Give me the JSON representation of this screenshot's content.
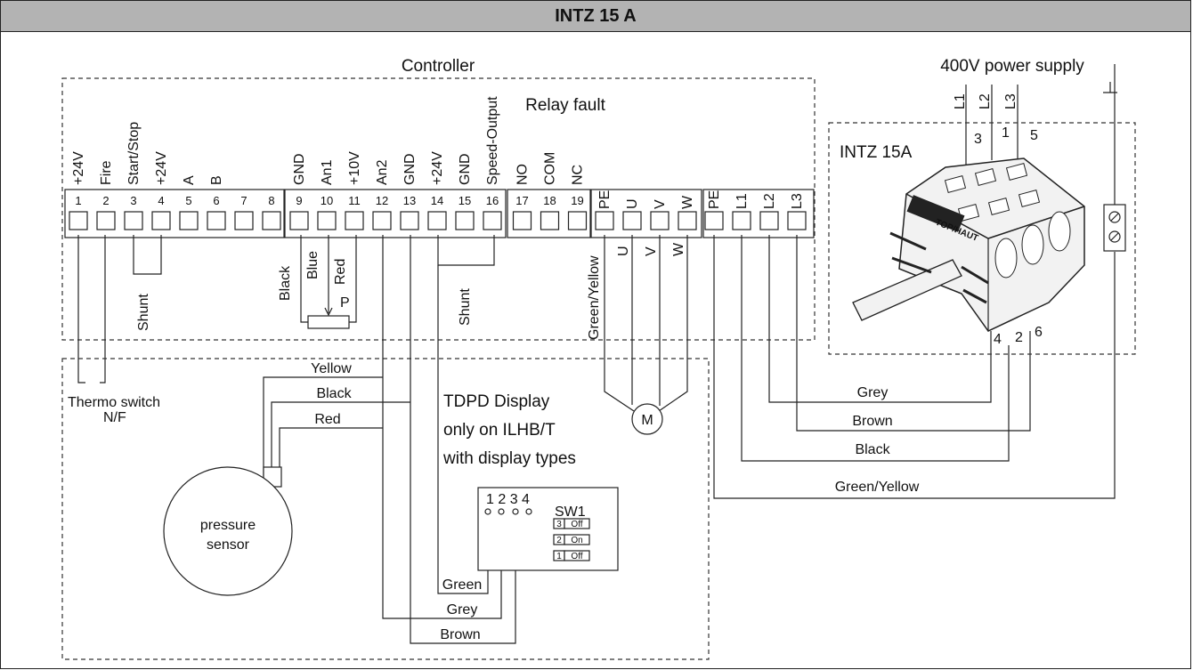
{
  "title": "INTZ 15 A",
  "controller": {
    "title": "Controller",
    "relay_fault": "Relay fault",
    "terminals": [
      {
        "num": "1",
        "label": "+24V"
      },
      {
        "num": "2",
        "label": "Fire"
      },
      {
        "num": "3",
        "label": "Start/Stop"
      },
      {
        "num": "4",
        "label": "+24V"
      },
      {
        "num": "5",
        "label": "A"
      },
      {
        "num": "6",
        "label": "B"
      },
      {
        "num": "7",
        "label": ""
      },
      {
        "num": "8",
        "label": ""
      },
      {
        "num": "9",
        "label": "GND"
      },
      {
        "num": "10",
        "label": "An1"
      },
      {
        "num": "11",
        "label": "+10V"
      },
      {
        "num": "12",
        "label": "An2"
      },
      {
        "num": "13",
        "label": "GND"
      },
      {
        "num": "14",
        "label": "+24V"
      },
      {
        "num": "15",
        "label": "GND"
      },
      {
        "num": "16",
        "label": "Speed-Output"
      },
      {
        "num": "17",
        "label": "NO"
      },
      {
        "num": "18",
        "label": "COM"
      },
      {
        "num": "19",
        "label": "NC"
      }
    ],
    "motor_terminals": [
      "PE",
      "U",
      "V",
      "W"
    ],
    "power_terminals": [
      "PE",
      "L1",
      "L2",
      "L3"
    ]
  },
  "wiring_labels": {
    "shunt_1": "Shunt",
    "shunt_2": "Shunt",
    "black": "Black",
    "blue": "Blue",
    "red": "Red",
    "potentiometer": "P",
    "green_yellow_motor": "Green/Yellow",
    "motor_u": "U",
    "motor_v": "V",
    "motor_w": "W",
    "motor": "M",
    "thermo_switch_1": "Thermo switch",
    "thermo_switch_2": "N/F"
  },
  "sensor_box": {
    "yellow": "Yellow",
    "black": "Black",
    "red": "Red",
    "pressure_sensor_1": "pressure",
    "pressure_sensor_2": "sensor",
    "display_1": "TDPD Display",
    "display_2": "only on ILHB/T",
    "display_3": "with display types",
    "green": "Green",
    "grey": "Grey",
    "brown": "Brown",
    "dip_numbers": "1 2 3 4",
    "sw1": "SW1",
    "switches": [
      {
        "num": "3",
        "state": "Off"
      },
      {
        "num": "2",
        "state": "On"
      },
      {
        "num": "1",
        "state": "Off"
      }
    ]
  },
  "power": {
    "supply": "400V power supply",
    "phases": [
      "L1",
      "L2",
      "L3"
    ],
    "top_numbers": [
      "3",
      "1",
      "5"
    ],
    "bottom_numbers": [
      "4",
      "2",
      "6"
    ],
    "isolator": "INTZ 15A",
    "top_haut": "TOP/HAUT",
    "grey": "Grey",
    "brown": "Brown",
    "black": "Black",
    "green_yellow": "Green/Yellow"
  }
}
